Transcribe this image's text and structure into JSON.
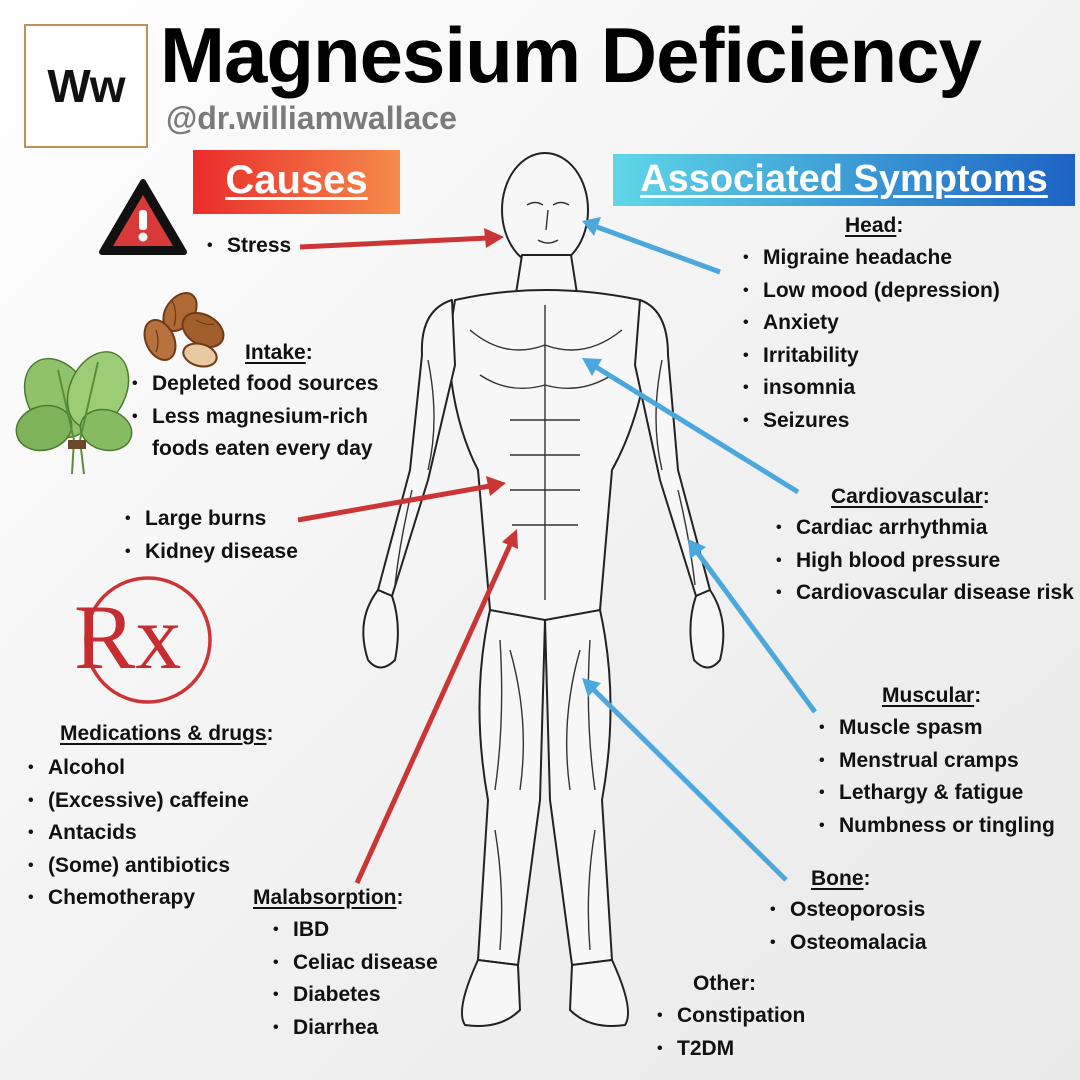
{
  "header": {
    "logo_text": "Ww",
    "title": "Magnesium Deficiency",
    "handle": "@dr.williamwallace"
  },
  "causes": {
    "banner": "Causes",
    "stress": [
      "Stress"
    ],
    "intake": {
      "heading": "Intake",
      "items": [
        "Depleted food sources",
        "Less magnesium-rich foods eaten every day"
      ]
    },
    "other": [
      "Large burns",
      "Kidney disease"
    ],
    "medications": {
      "heading": "Medications & drugs",
      "items": [
        "Alcohol",
        "(Excessive) caffeine",
        "Antacids",
        "(Some) antibiotics",
        "Chemotherapy"
      ]
    },
    "malabsorption": {
      "heading": "Malabsorption",
      "items": [
        "IBD",
        "Celiac disease",
        "Diabetes",
        "Diarrhea"
      ]
    }
  },
  "symptoms": {
    "banner": "Associated Symptoms",
    "head": {
      "heading": "Head",
      "items": [
        "Migraine headache",
        "Low mood (depression)",
        "Anxiety",
        "Irritability",
        "insomnia",
        "Seizures"
      ]
    },
    "cardiovascular": {
      "heading": "Cardiovascular",
      "items": [
        "Cardiac arrhythmia",
        "High blood pressure",
        "Cardiovascular disease risk"
      ]
    },
    "muscular": {
      "heading": "Muscular",
      "items": [
        "Muscle spasm",
        "Menstrual cramps",
        "Lethargy & fatigue",
        "Numbness or tingling"
      ]
    },
    "bone": {
      "heading": "Bone",
      "items": [
        "Osteoporosis",
        "Osteomalacia"
      ]
    },
    "other": {
      "heading": "Other:",
      "items": [
        "Constipation",
        "T2DM"
      ]
    }
  },
  "rx_symbol": "Rx",
  "colors": {
    "cause_arrow": "#cc3535",
    "symptom_arrow": "#4ca7dc",
    "causes_banner": [
      "#ea2c2c",
      "#f58b4a"
    ],
    "symptoms_banner": [
      "#5fd7e8",
      "#1d63c4"
    ],
    "logo_border": "#b8935a"
  },
  "icons": [
    "warning-icon",
    "almond-icon",
    "spinach-icon",
    "rx-icon",
    "anatomy-figure"
  ]
}
